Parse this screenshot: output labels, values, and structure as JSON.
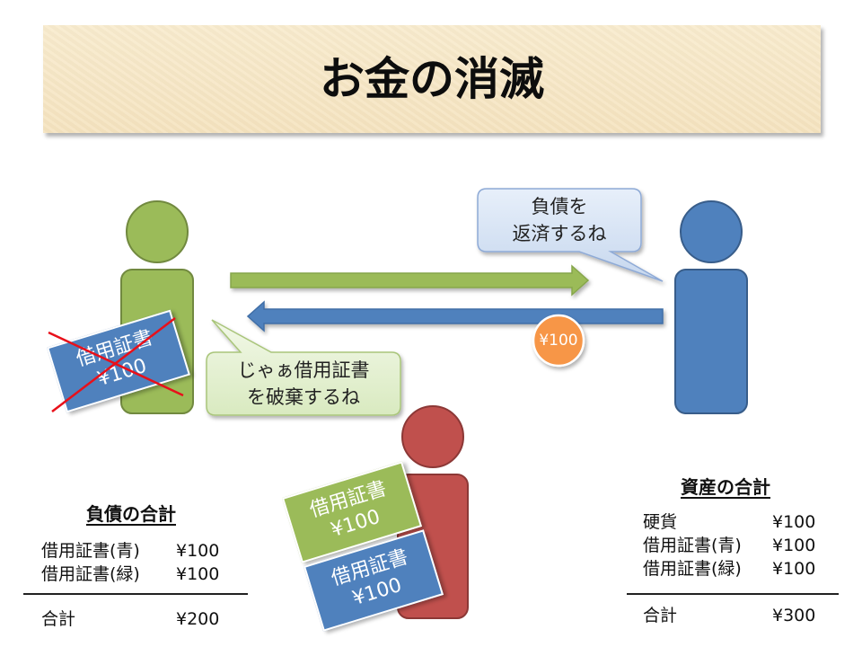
{
  "title": "お金の消滅",
  "bubbles": {
    "right_person": [
      "負債を",
      "返済するね"
    ],
    "left_person": [
      "じゃぁ借用証書",
      "を破棄するね"
    ]
  },
  "coin": {
    "label": "¥100",
    "color": "#f79646"
  },
  "notes": {
    "left_crossed": [
      "借用証書",
      "¥100"
    ],
    "green": [
      "借用証書",
      "¥100"
    ],
    "blue": [
      "借用証書",
      "¥100"
    ]
  },
  "liabilities": {
    "title": "負債の合計",
    "rows": [
      {
        "label": "借用証書(青)",
        "value": "¥100"
      },
      {
        "label": "借用証書(緑)",
        "value": "¥100"
      }
    ],
    "total": {
      "label": "合計",
      "value": "¥200"
    }
  },
  "assets": {
    "title": "資産の合計",
    "rows": [
      {
        "label": "硬貨",
        "value": "¥100"
      },
      {
        "label": "借用証書(青)",
        "value": "¥100"
      },
      {
        "label": "借用証書(緑)",
        "value": "¥100"
      }
    ],
    "total": {
      "label": "合計",
      "value": "¥300"
    }
  },
  "colors": {
    "green": "#9bbb59",
    "blue": "#4f81bd",
    "red": "#c0504d",
    "orange": "#f79646",
    "cross": "#e8101a"
  }
}
